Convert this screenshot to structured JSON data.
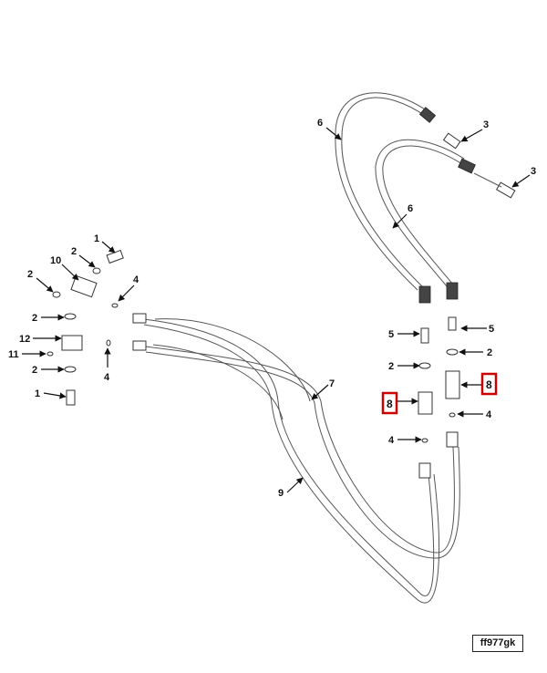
{
  "figure_id": "ff977gk",
  "callouts": {
    "c1a": "1",
    "c1b": "1",
    "c2a": "2",
    "c2b": "2",
    "c2c": "2",
    "c2d": "2",
    "c2e": "2",
    "c2f": "2",
    "c3a": "3",
    "c3b": "3",
    "c4a": "4",
    "c4b": "4",
    "c4c": "4",
    "c4d": "4",
    "c5a": "5",
    "c5b": "5",
    "c6a": "6",
    "c6b": "6",
    "c7": "7",
    "c8a": "8",
    "c8b": "8",
    "c9": "9",
    "c10": "10",
    "c11": "11",
    "c12": "12"
  },
  "highlight_color": "#cc0000"
}
